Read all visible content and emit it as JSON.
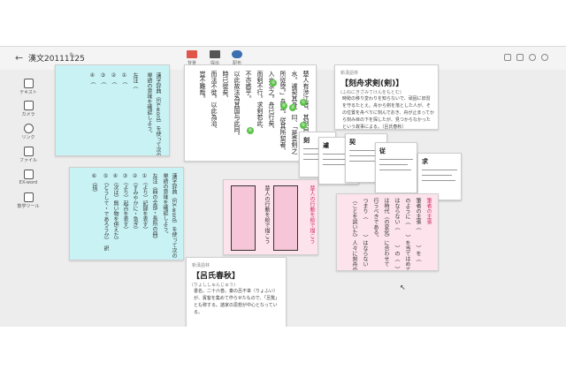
{
  "header": {
    "back_icon": "back-arrow-icon",
    "title": "漢文20111125",
    "edit_icon": "pencil-icon"
  },
  "toolbar": [
    {
      "label": "背景",
      "icon": "folder-icon",
      "color": "#e0574a"
    },
    {
      "label": "提出",
      "icon": "printer-icon",
      "color": "#555555"
    },
    {
      "label": "配布",
      "icon": "group-icon",
      "color": "#3a6fb0"
    }
  ],
  "right_icons": [
    "grid-icon",
    "share-icon",
    "help-icon",
    "user-icon"
  ],
  "sidebar": [
    {
      "label": "テキスト",
      "icon": "text-icon"
    },
    {
      "label": "カメラ",
      "icon": "camera-icon"
    },
    {
      "label": "リンク",
      "icon": "link-icon"
    },
    {
      "label": "ファイル",
      "icon": "file-icon"
    },
    {
      "label": "EX-word",
      "icon": "dictionary-icon"
    },
    {
      "label": "数学ツール",
      "icon": "math-tool-icon"
    }
  ],
  "cards": {
    "cyan1": {
      "lines": [
        "漢字辞典（EX-word）を使って次の",
        "単語の意味を確認しよう。",
        "左注（",
        "①（",
        "②（",
        "③（",
        "④（"
      ]
    },
    "cyan2": {
      "lines": [
        "漢字辞典（EX-word）を使って次の",
        "単語の意味を確認しよう。",
        "左注（冊の全部・長所の冊）",
        "①（より）記録を表す）",
        "②（すみやかに・急ぎ）",
        "③（より）起点を表す）",
        "④（次は）無い物を供えた）",
        "⑤（どうして・であろうか）　訳",
        "⑥（捨）"
      ]
    },
    "text_main": {
      "lines": [
        "楚人有渉江者、其剣自舟中墜於",
        "水。遽契其舟、曰、「是吾剣之",
        "所従墜。」舟止。従其所契者、",
        "入水求之。舟已行矣、",
        "而剣不行。求剣若此、",
        "不亦惑乎。",
        "以此故法為其国与此同。",
        "時已徙矣、",
        "而法不徙。以此為治、",
        "豈不難哉。"
      ],
      "markers": [
        "①",
        "②",
        "③",
        "④",
        "⑤",
        "⑥"
      ]
    },
    "dict1": {
      "source": "新漢語林",
      "title": "【刻舟求剣(剣)】",
      "reading": "(ふねにきざみてけんをもとむ)",
      "body": "時勢の移り変わりを知らないで、頑固に旧習を守るたとえ。舟から剣を落とした人が、その位置を舟べりに刻んでおき、舟が止まってから刻み目の下を探したが、見つからなかったという故事による。（呂氏春秋）"
    },
    "pink_left": {
      "title": "楚人の行動を絵で描こう",
      "sub": "楚人の行動を絵で描こう"
    },
    "pink_right": {
      "heading": "筆者の主張",
      "lines": [
        "筆者の主張（　　　）を（　　　）",
        "のように（　　）を当てはめて",
        "はならない（　　　）の（　）",
        "は時代（の変化）に合わせて",
        "行うべきである。",
        "つまり（　　　）はならない",
        "（ことを説いた）人々に刻舟の剣"
      ]
    },
    "dict2": {
      "source": "新漢語林",
      "title": "【呂氏春秋】",
      "reading": "(りょししゅんじゅう)",
      "body": "書名。二十六巻。秦の呂不韋（りょふい）が、賓客を集めて作らせたもので、「呂覧」とも称する。諸家の思想が中心となっている。"
    },
    "minis": [
      {
        "key": "刻"
      },
      {
        "key": "遽"
      },
      {
        "key": "契"
      },
      {
        "key": "従"
      },
      {
        "key": "求"
      }
    ]
  },
  "cursor_icon": "mouse-pointer-icon"
}
